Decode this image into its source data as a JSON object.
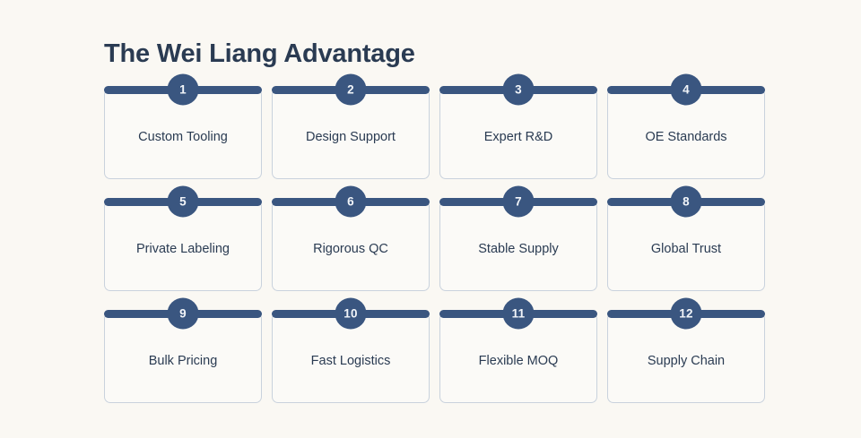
{
  "page": {
    "background_color": "#faf8f3",
    "title": "The Wei Liang Advantage"
  },
  "theme": {
    "accent_color": "#3a5680",
    "text_color": "#2a3b52",
    "card_background": "#fbfaf7",
    "card_border_color": "#c9d2dd",
    "badge_text_color": "#f2f5f9"
  },
  "cards": [
    {
      "number": "1",
      "label": "Custom Tooling"
    },
    {
      "number": "2",
      "label": "Design Support"
    },
    {
      "number": "3",
      "label": "Expert R&D"
    },
    {
      "number": "4",
      "label": "OE Standards"
    },
    {
      "number": "5",
      "label": "Private Labeling"
    },
    {
      "number": "6",
      "label": "Rigorous QC"
    },
    {
      "number": "7",
      "label": "Stable Supply"
    },
    {
      "number": "8",
      "label": "Global Trust"
    },
    {
      "number": "9",
      "label": "Bulk Pricing"
    },
    {
      "number": "10",
      "label": "Fast Logistics"
    },
    {
      "number": "11",
      "label": "Flexible MOQ"
    },
    {
      "number": "12",
      "label": "Supply Chain"
    }
  ]
}
